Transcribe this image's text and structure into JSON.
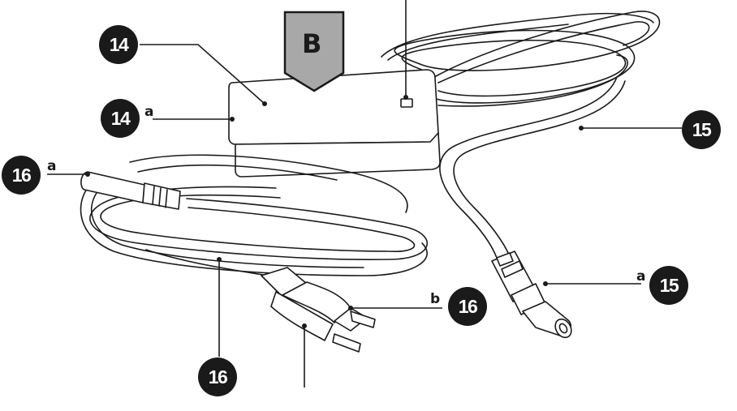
{
  "section_marker": {
    "label": "B",
    "fill": "#a8a8a8"
  },
  "callouts": {
    "adapter": {
      "number": "14",
      "suffix": ""
    },
    "adapter_socket": {
      "number": "14",
      "suffix": "a"
    },
    "dc_cable": {
      "number": "15",
      "suffix": ""
    },
    "dc_plug": {
      "number": "15",
      "suffix": "a"
    },
    "mains_cable": {
      "number": "16",
      "suffix": ""
    },
    "mains_connector": {
      "number": "16",
      "suffix": "a"
    },
    "mains_plug": {
      "number": "16",
      "suffix": "b"
    }
  },
  "colors": {
    "ink": "#1a1a1a",
    "badge": "#1a1a1a",
    "paper": "#ffffff"
  }
}
